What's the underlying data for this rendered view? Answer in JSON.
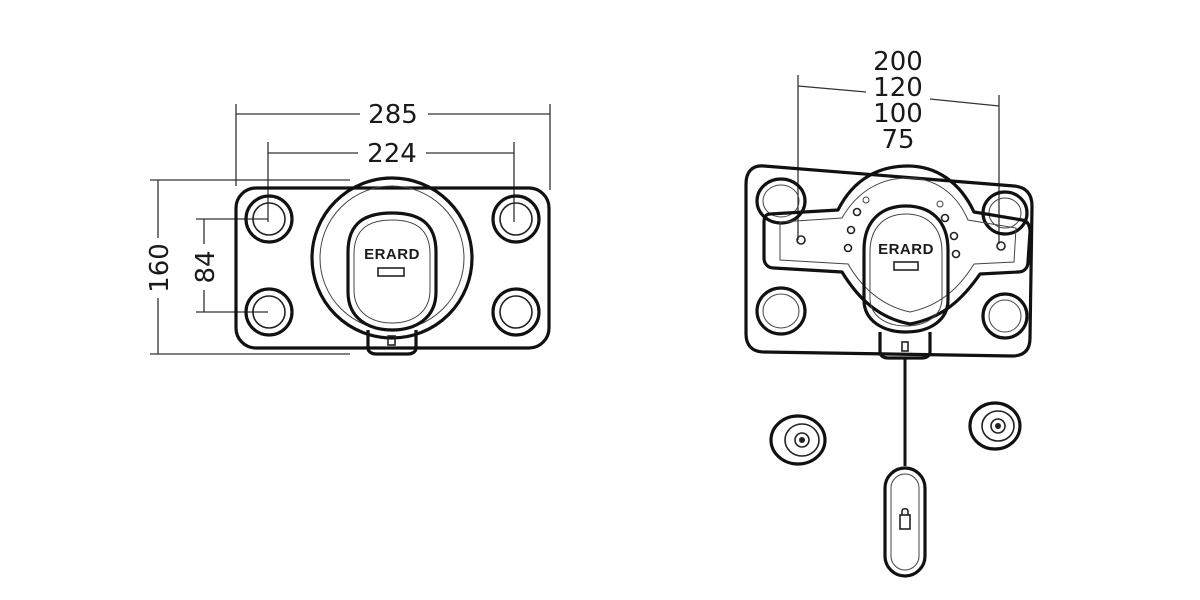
{
  "brand": {
    "logo_text": "ERARD"
  },
  "front_view": {
    "width_overall": "285",
    "width_holes": "224",
    "height_overall": "160",
    "height_holes": "84"
  },
  "rear_view": {
    "spacing_1": "200",
    "spacing_2": "120",
    "spacing_3": "100",
    "spacing_4": "75"
  }
}
